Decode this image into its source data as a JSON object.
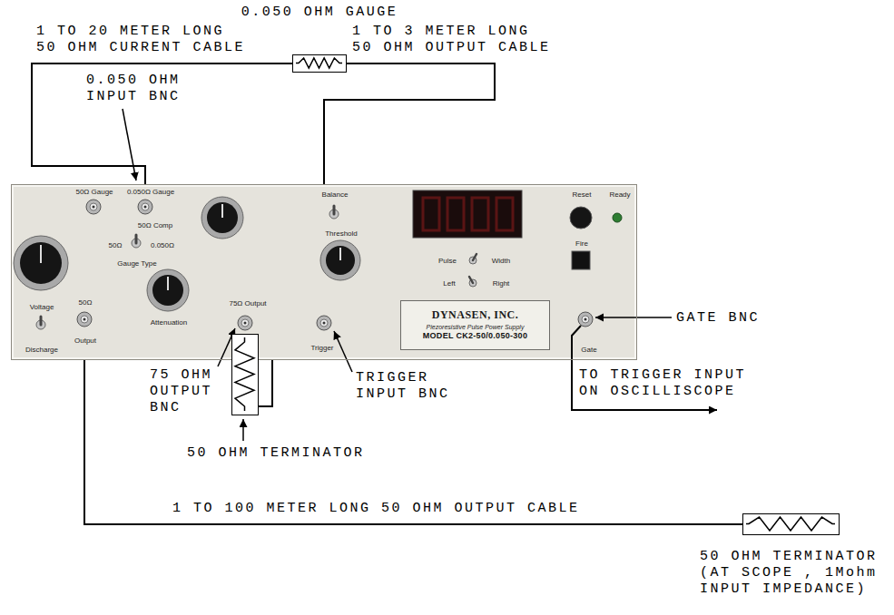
{
  "diagram": {
    "nodes": [
      {
        "text": [
          "0.050 OHM GAUGE"
        ]
      },
      {
        "text": [
          "50Ω Gauge",
          "0.050Ω Gauge",
          "50Ω Comp",
          "50Ω",
          "0.050Ω",
          "Gauge Type",
          "Voltage",
          "Discharge",
          "50Ω",
          "Output",
          "Attenuation",
          "75Ω Output",
          "Trigger",
          "Balance",
          "Threshold",
          "Pulse",
          "Width",
          "Left",
          "Right",
          "Reset",
          "Ready",
          "Fire",
          "Gate"
        ]
      },
      {
        "text": [
          "DYNASEN, INC.",
          "Piezoresistive Pulse Power Supply",
          "MODEL CK2-50/0.050-300"
        ],
        "in": 1
      },
      {
        "text": [
          "50 OHM TERMINATOR"
        ]
      },
      {
        "text": [
          "50 OHM TERMINATOR (AT SCOPE , 1Mohm INPUT IMPEDANCE)"
        ]
      }
    ],
    "edges": [
      {
        "from": 1,
        "to": 0,
        "arrow": "none",
        "label": "1 TO 20 METER LONG 50 OHM CURRENT CABLE"
      },
      {
        "from": 0,
        "to": 3,
        "arrow": "none",
        "label": "1 TO 3 METER LONG 50 OHM OUTPUT CABLE"
      },
      {
        "from": 1,
        "to": 4,
        "arrow": "none",
        "label": "1 TO 100 METER LONG 50 OHM OUTPUT CABLE"
      }
    ],
    "labels": [
      "0.050 OHM INPUT BNC",
      "75 OHM OUTPUT BNC",
      "TRIGGER INPUT BNC",
      "GATE BNC",
      "TO TRIGGER INPUT ON OSCILLISCOPE"
    ]
  }
}
